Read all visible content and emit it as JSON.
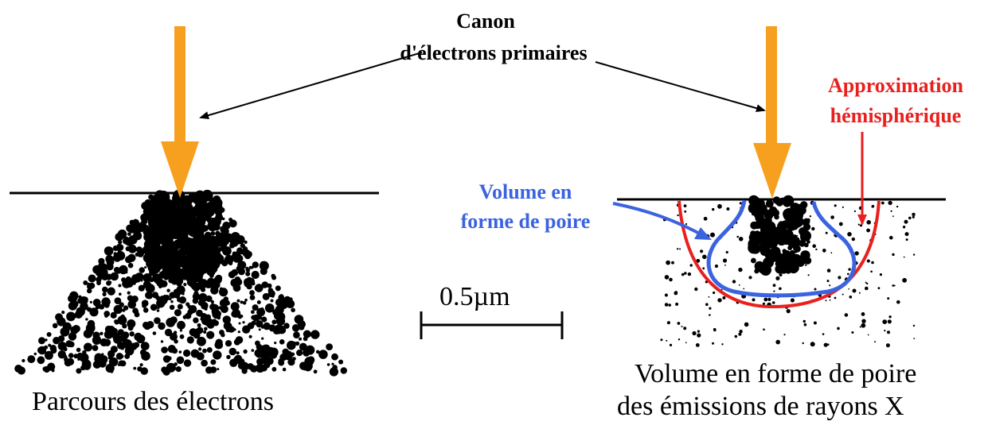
{
  "labels": {
    "gun_title": "Canon",
    "gun_subtitle": "d'électrons primaires",
    "approx_line1": "Approximation",
    "approx_line2": "hémisphérique",
    "pear_line1": "Volume en",
    "pear_line2": "forme de poire",
    "scale": "0.5µm",
    "left_caption": "Parcours des électrons",
    "right_caption_line1": "Volume en forme de poire",
    "right_caption_line2": "des émissions de rayons X"
  },
  "colors": {
    "beam": "#F7A020",
    "hemisphere": "#E8201E",
    "pear": "#3B63E0",
    "approx_text": "#E8201E",
    "pear_text": "#3B63E0",
    "ink": "#000000"
  }
}
